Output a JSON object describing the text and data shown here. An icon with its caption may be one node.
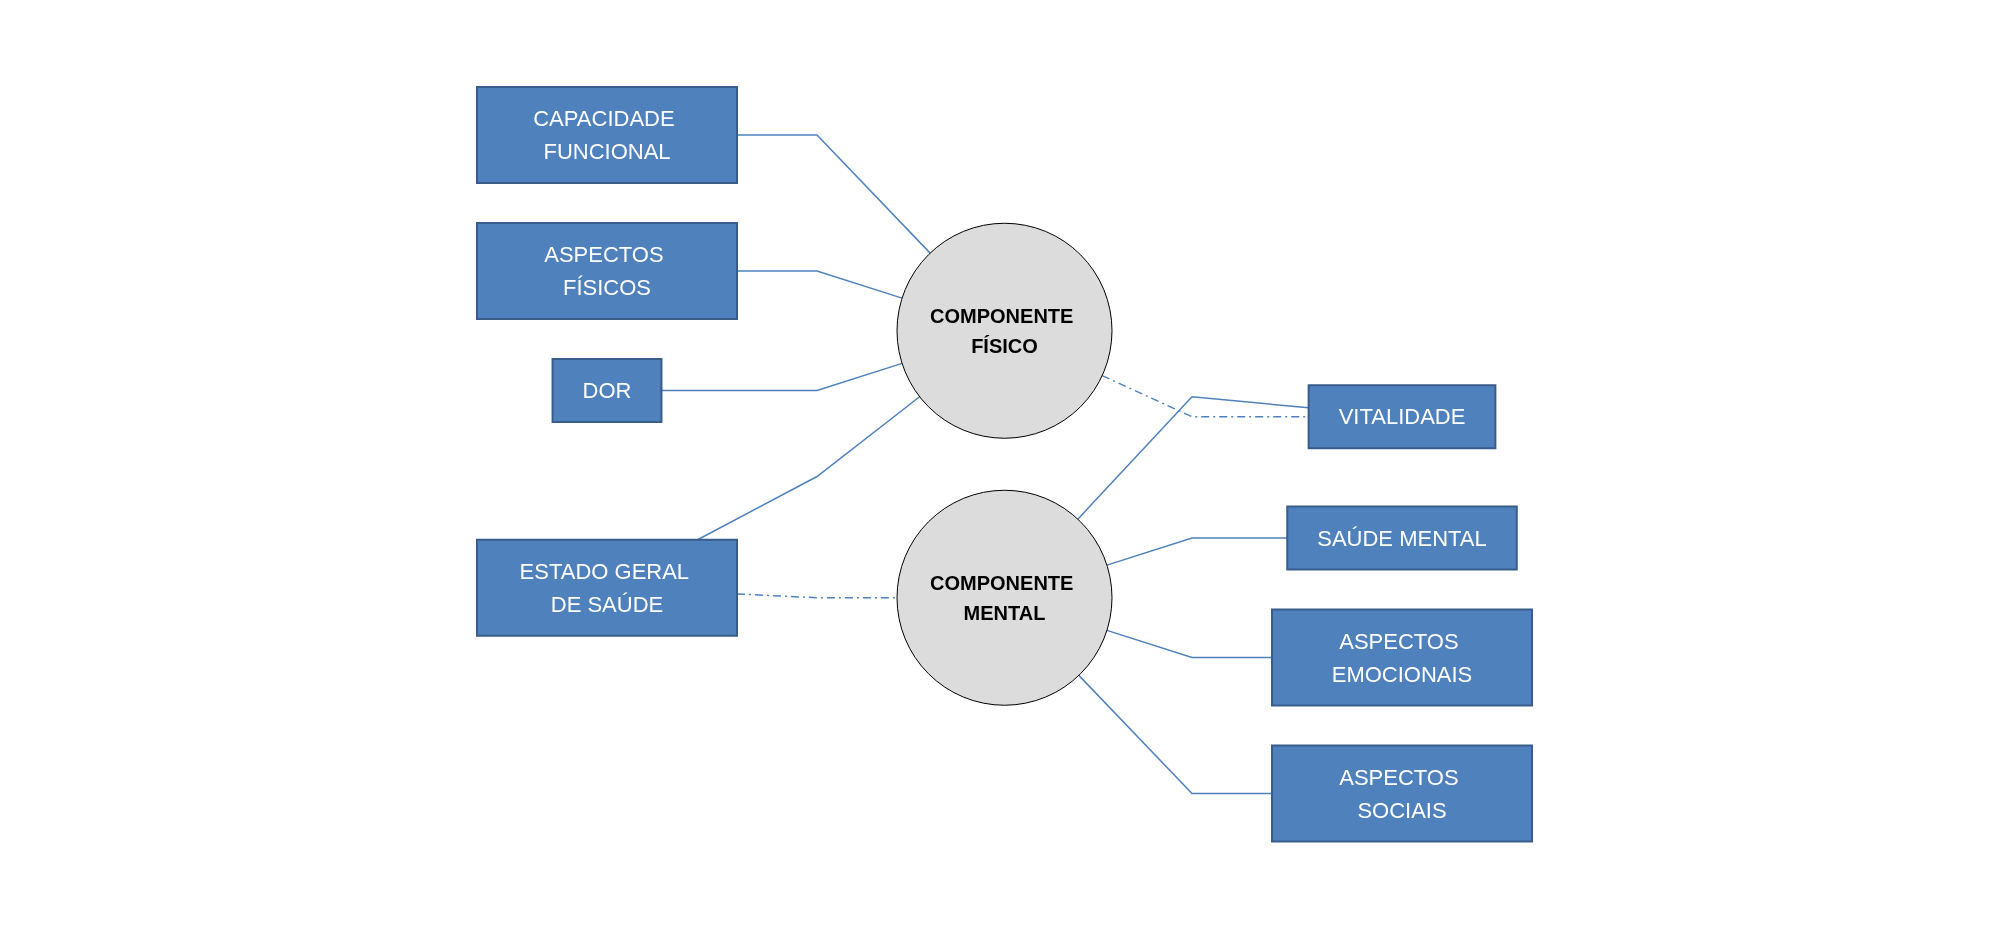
{
  "diagram": {
    "nodes": [
      {
        "text": [
          "CAPACIDADE FUNCIONAL"
        ]
      },
      {
        "text": [
          "ASPECTOS FÍSICOS"
        ]
      },
      {
        "text": [
          "DOR"
        ]
      },
      {
        "text": [
          "ESTADO GERAL DE SAÚDE"
        ]
      },
      {
        "text": [
          "COMPONENTE FÍSICO"
        ]
      },
      {
        "text": [
          "COMPONENTE MENTAL"
        ]
      },
      {
        "text": [
          "SAÚDE MENTAL"
        ]
      },
      {
        "text": [
          "ASPECTOS EMOCIONAIS"
        ]
      },
      {
        "text": [
          "ASPECTOS SOCIAIS"
        ]
      },
      {
        "text": [
          "VITALIDADE"
        ]
      }
    ],
    "edges": [
      {
        "from": 0,
        "to": 4,
        "arrow": "none"
      },
      {
        "from": 1,
        "to": 4,
        "arrow": "none"
      },
      {
        "from": 2,
        "to": 4,
        "arrow": "none"
      },
      {
        "from": 3,
        "to": 4,
        "arrow": "none"
      },
      {
        "from": 3,
        "to": 5,
        "arrow": "none",
        "style": "dashed"
      },
      {
        "from": 5,
        "to": 6,
        "arrow": "none"
      },
      {
        "from": 5,
        "to": 7,
        "arrow": "none"
      },
      {
        "from": 5,
        "to": 8,
        "arrow": "none"
      },
      {
        "from": 5,
        "to": 9,
        "arrow": "none"
      },
      {
        "from": 4,
        "to": 9,
        "arrow": "none",
        "style": "dashed"
      }
    ]
  }
}
